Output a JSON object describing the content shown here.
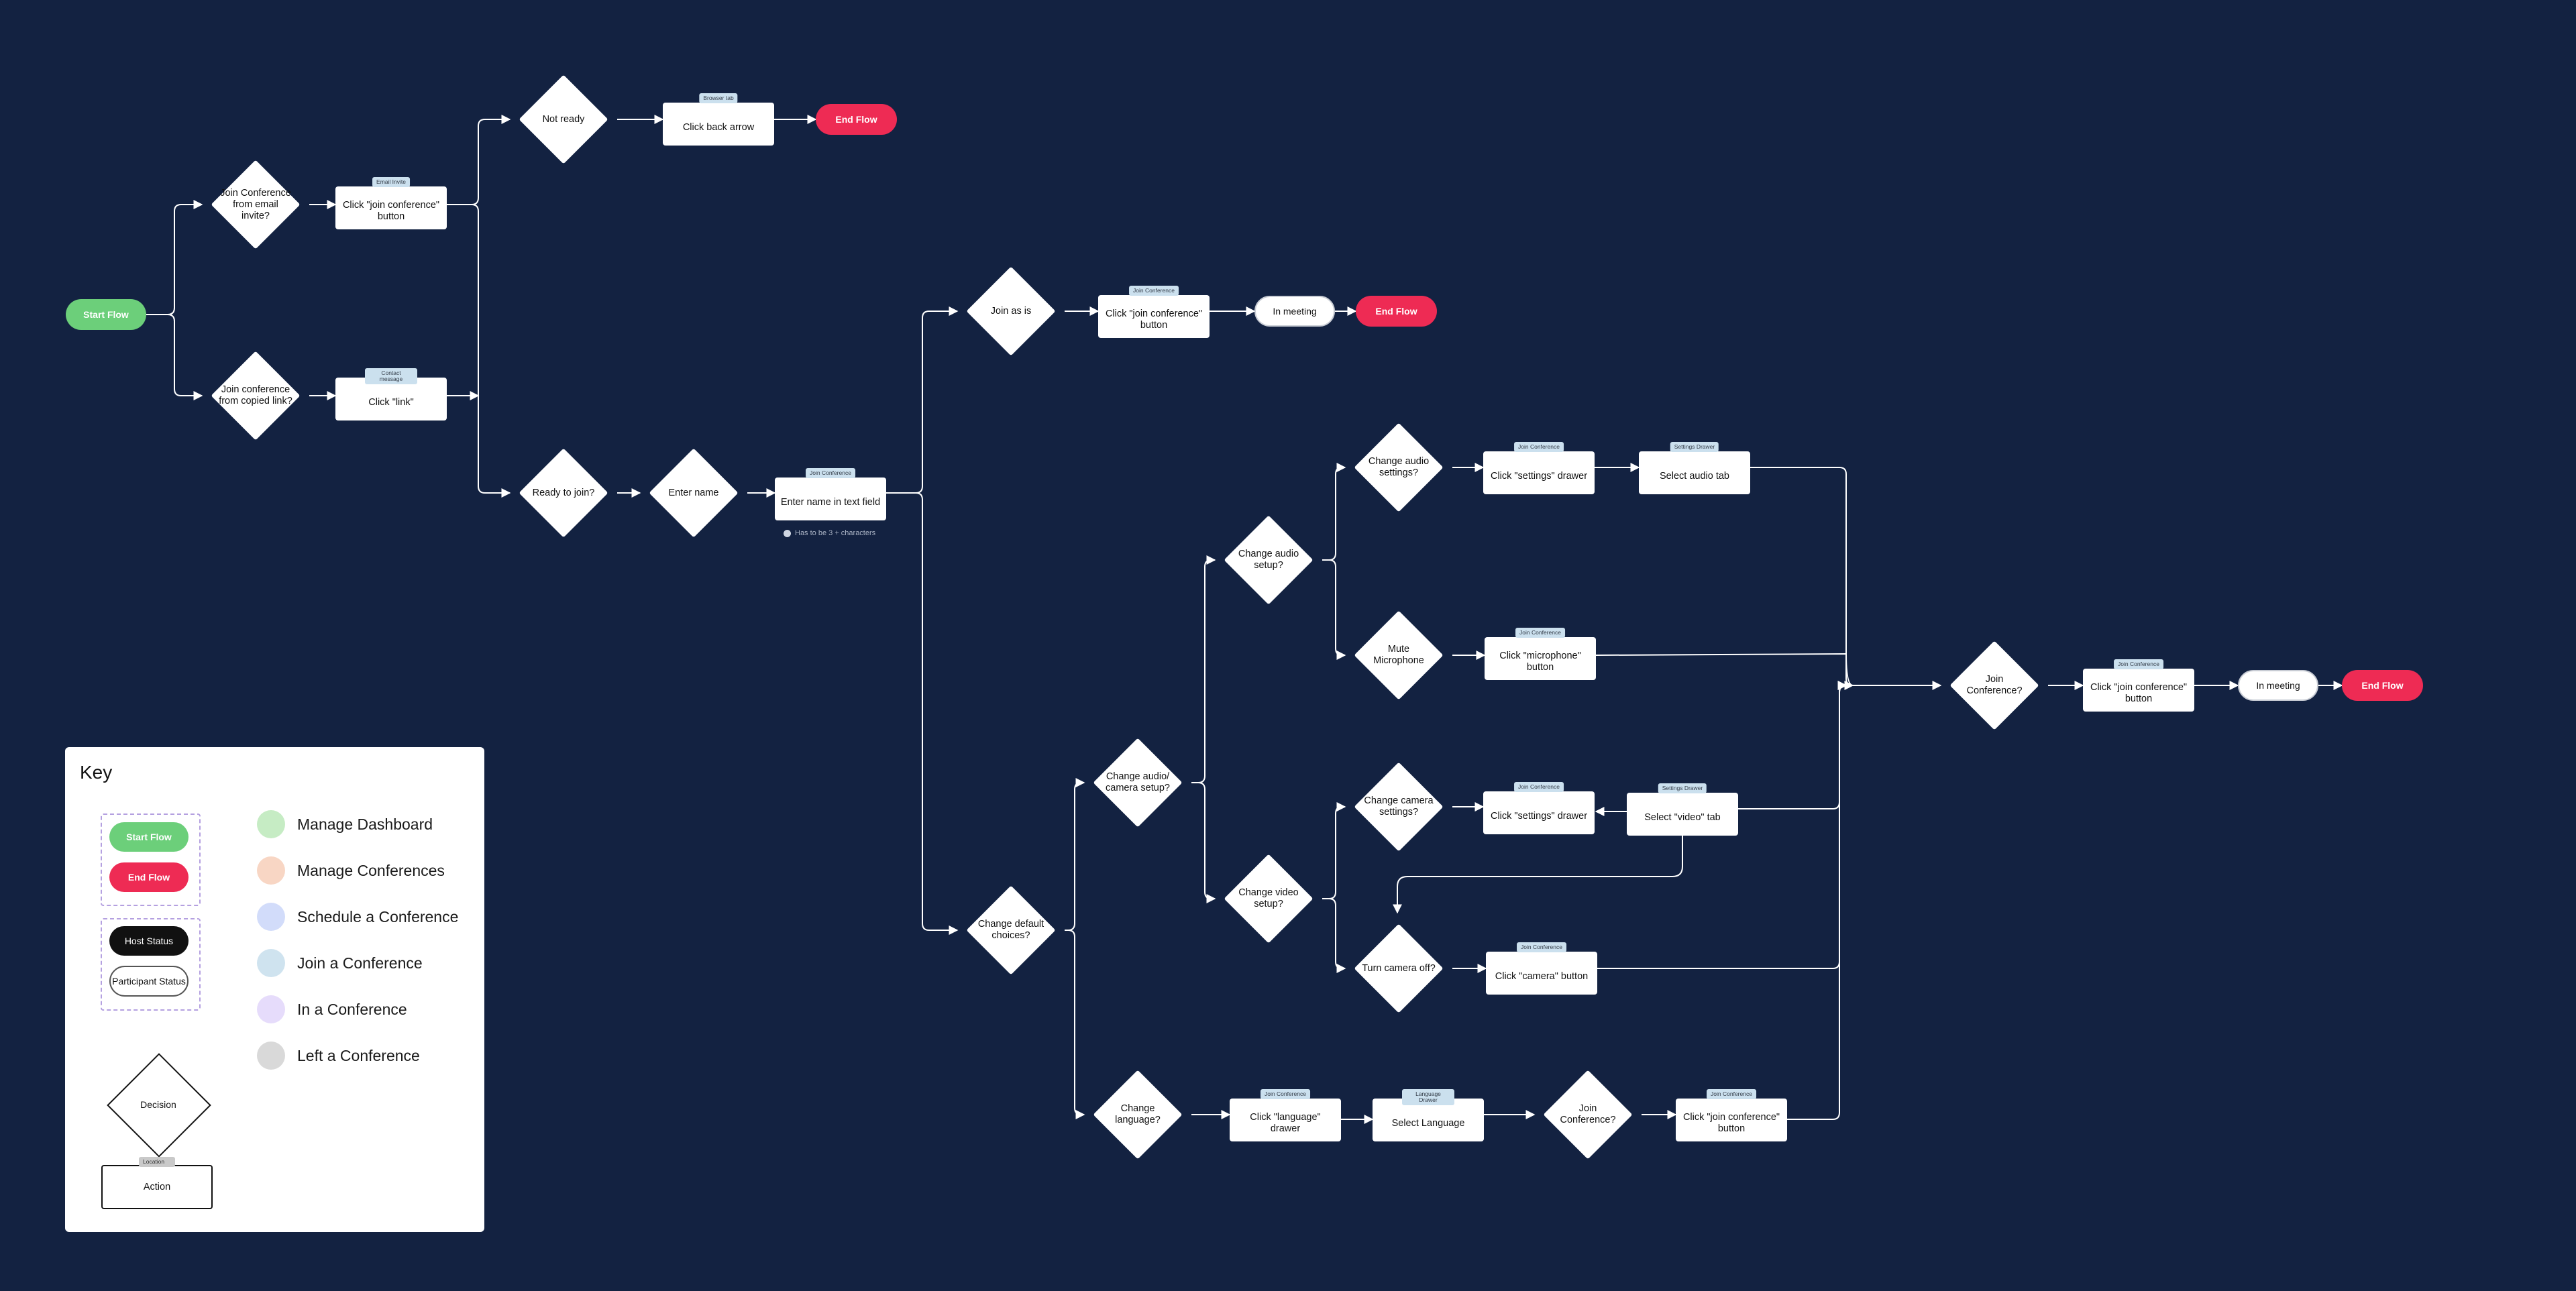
{
  "nodes": [
    {
      "id": "start",
      "kind": "start",
      "text": "Start Flow"
    },
    {
      "id": "d_email",
      "kind": "decision",
      "text": "Join Conference from email invite?"
    },
    {
      "id": "d_link",
      "kind": "decision",
      "text": "Join conference from copied link?"
    },
    {
      "id": "a_email",
      "kind": "action",
      "tag": "Email Invite",
      "text": "Click \"join conference\" button"
    },
    {
      "id": "a_link",
      "kind": "action",
      "tag": "Contact message",
      "text": "Click \"link\""
    },
    {
      "id": "d_notready",
      "kind": "decision",
      "text": "Not ready"
    },
    {
      "id": "a_back",
      "kind": "action",
      "tag": "Browser tab",
      "text": "Click back arrow"
    },
    {
      "id": "end1",
      "kind": "end",
      "text": "End Flow"
    },
    {
      "id": "d_ready",
      "kind": "decision",
      "text": "Ready to join?"
    },
    {
      "id": "d_entername",
      "kind": "decision",
      "text": "Enter name"
    },
    {
      "id": "a_entername",
      "kind": "action",
      "tag": "Join Conference",
      "text": "Enter name in text field"
    },
    {
      "id": "d_joinasis",
      "kind": "decision",
      "text": "Join as is"
    },
    {
      "id": "a_join1",
      "kind": "action",
      "tag": "Join Conference",
      "text": "Click \"join conference\" button"
    },
    {
      "id": "s_meeting1",
      "kind": "status",
      "text": "In meeting"
    },
    {
      "id": "end2",
      "kind": "end",
      "text": "End Flow"
    },
    {
      "id": "d_defaults",
      "kind": "decision",
      "text": "Change default choices?"
    },
    {
      "id": "d_avsetup",
      "kind": "decision",
      "text": "Change audio/ camera setup?"
    },
    {
      "id": "d_audiosetup",
      "kind": "decision",
      "text": "Change audio setup?"
    },
    {
      "id": "d_audiosettings",
      "kind": "decision",
      "text": "Change audio settings?"
    },
    {
      "id": "a_settings1",
      "kind": "action",
      "tag": "Join Conference",
      "text": "Click \"settings\" drawer"
    },
    {
      "id": "a_audiotab",
      "kind": "action",
      "tag": "Settings Drawer",
      "text": "Select audio tab"
    },
    {
      "id": "d_mute",
      "kind": "decision",
      "text": "Mute Microphone"
    },
    {
      "id": "a_mic",
      "kind": "action",
      "tag": "Join Conference",
      "text": "Click \"microphone\" button"
    },
    {
      "id": "d_videosetup",
      "kind": "decision",
      "text": "Change video setup?"
    },
    {
      "id": "d_camsettings",
      "kind": "decision",
      "text": "Change camera settings?"
    },
    {
      "id": "a_settings2",
      "kind": "action",
      "tag": "Join Conference",
      "text": "Click \"settings\" drawer"
    },
    {
      "id": "a_videotab",
      "kind": "action",
      "tag": "Settings Drawer",
      "text": "Select \"video\" tab"
    },
    {
      "id": "d_camoff",
      "kind": "decision",
      "text": "Turn camera off?"
    },
    {
      "id": "a_camera",
      "kind": "action",
      "tag": "Join Conference",
      "text": "Click \"camera\" button"
    },
    {
      "id": "d_joinconf",
      "kind": "decision",
      "text": "Join Conference?"
    },
    {
      "id": "a_join2",
      "kind": "action",
      "tag": "Join Conference",
      "text": "Click \"join conference\" button"
    },
    {
      "id": "s_meeting2",
      "kind": "status",
      "text": "In meeting"
    },
    {
      "id": "end3",
      "kind": "end",
      "text": "End Flow"
    },
    {
      "id": "d_language",
      "kind": "decision",
      "text": "Change language?"
    },
    {
      "id": "a_langdrawer",
      "kind": "action",
      "tag": "Join Conference",
      "text": "Click \"language\" drawer"
    },
    {
      "id": "a_selectlang",
      "kind": "action",
      "tag": "Language Drawer",
      "text": "Select Language"
    },
    {
      "id": "d_joinconf2",
      "kind": "decision",
      "text": "Join Conference?"
    },
    {
      "id": "a_join3",
      "kind": "action",
      "tag": "Join Conference",
      "text": "Click \"join conference\" button"
    }
  ],
  "notes": {
    "name_rule": "Has to be 3 + characters"
  },
  "key": {
    "title": "Key",
    "start": "Start Flow",
    "end": "End Flow",
    "host": "Host Status",
    "participant": "Participant Status",
    "decision": "Decision",
    "action": "Action",
    "action_tag": "Location",
    "legend": [
      {
        "label": "Manage Dashboard",
        "color": "#c6ecc4"
      },
      {
        "label": "Manage Conferences",
        "color": "#f8d6c4"
      },
      {
        "label": "Schedule a Conference",
        "color": "#d2dcfa"
      },
      {
        "label": "Join a Conference",
        "color": "#cfe3ef"
      },
      {
        "label": "In a Conference",
        "color": "#e6dcfb"
      },
      {
        "label": "Left a Conference",
        "color": "#d9d9d9"
      }
    ]
  }
}
